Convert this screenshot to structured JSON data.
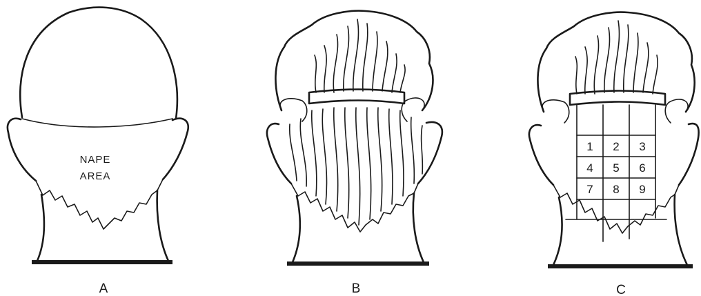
{
  "panels": [
    {
      "letter": "A",
      "label_lines": [
        "NAPE",
        "AREA"
      ]
    },
    {
      "letter": "B"
    },
    {
      "letter": "C",
      "grid_numbers": [
        "1",
        "2",
        "3",
        "4",
        "5",
        "6",
        "7",
        "8",
        "9"
      ]
    }
  ]
}
